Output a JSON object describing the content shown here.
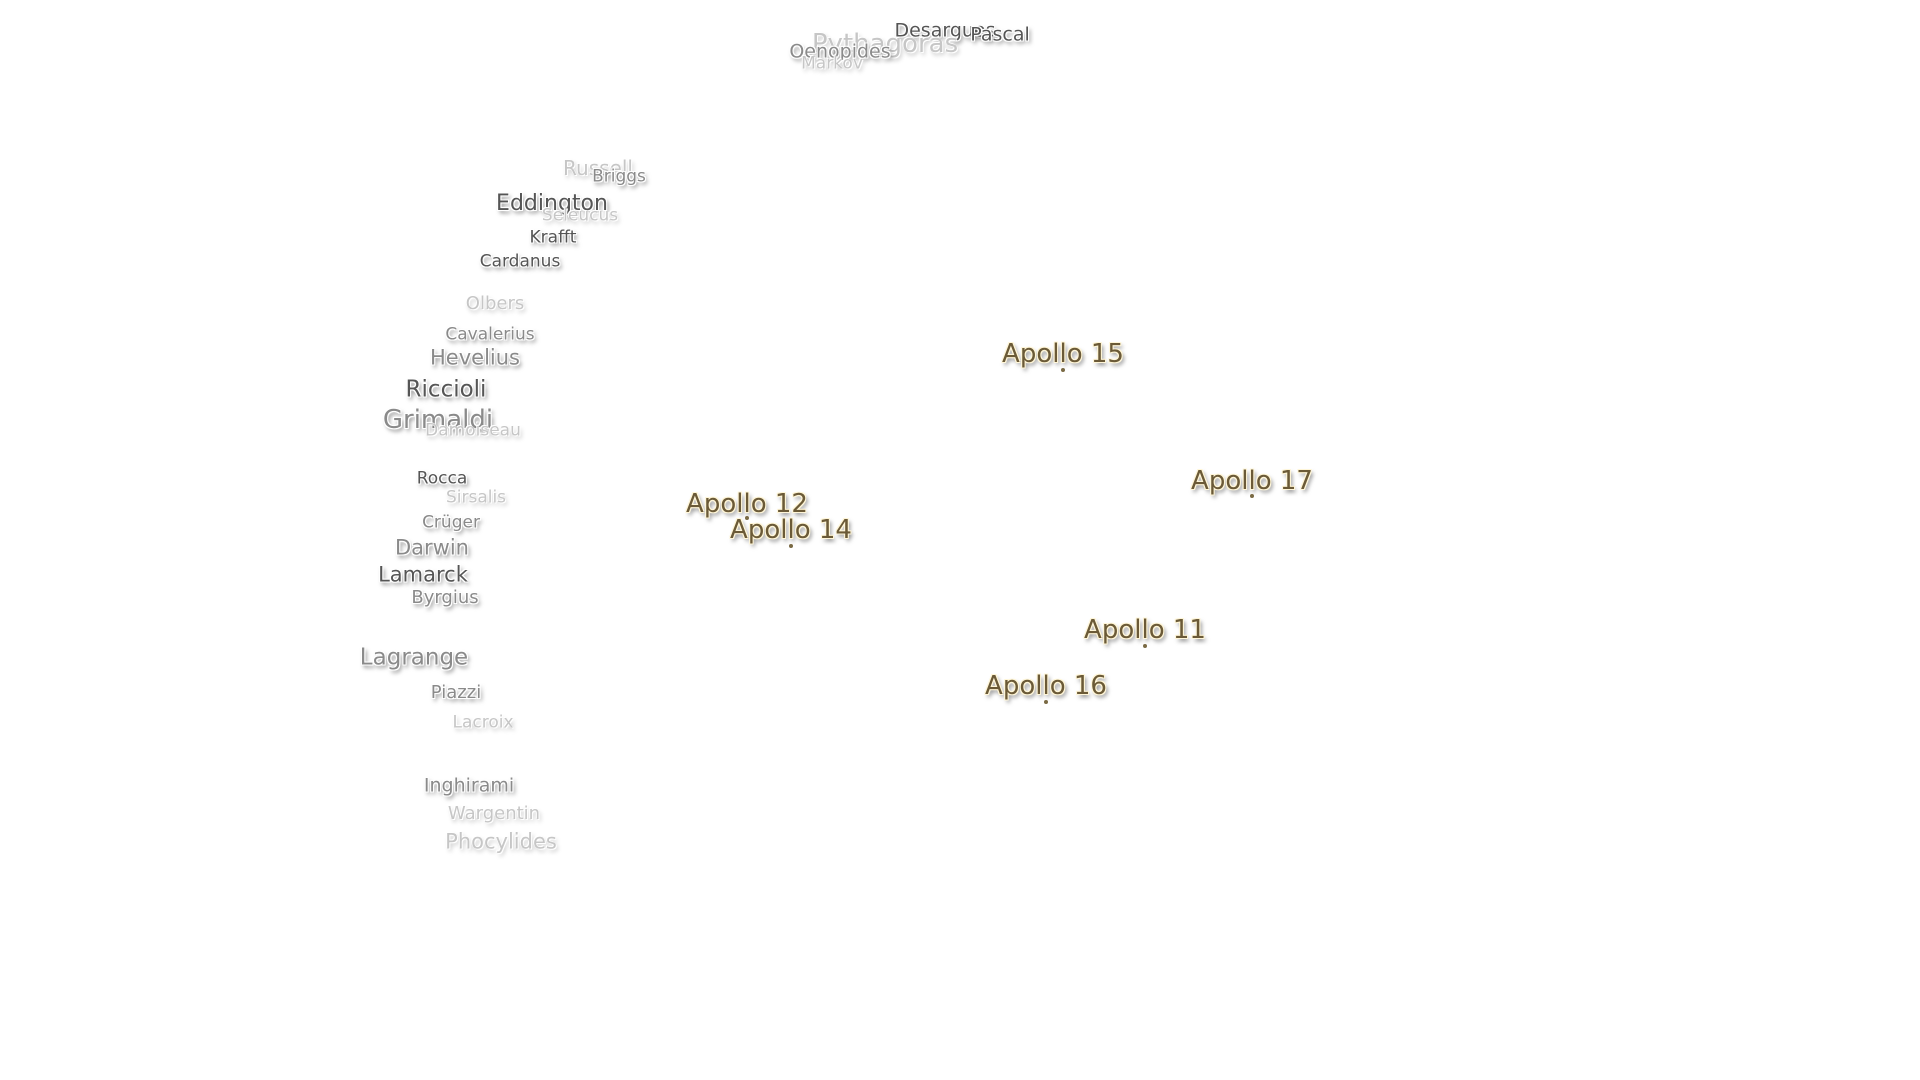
{
  "map": {
    "craters": [
      {
        "name": "Desargues",
        "tone": "dark"
      },
      {
        "name": "Pascal",
        "tone": "dark"
      },
      {
        "name": "Pythagoras",
        "tone": "faint"
      },
      {
        "name": "Oenopides",
        "tone": "mid"
      },
      {
        "name": "Markov",
        "tone": "faint"
      },
      {
        "name": "Russell",
        "tone": "faint"
      },
      {
        "name": "Briggs",
        "tone": "mid"
      },
      {
        "name": "Eddington",
        "tone": "dark"
      },
      {
        "name": "Seleucus",
        "tone": "faint"
      },
      {
        "name": "Krafft",
        "tone": "dark"
      },
      {
        "name": "Cardanus",
        "tone": "dark"
      },
      {
        "name": "Olbers",
        "tone": "faint"
      },
      {
        "name": "Cavalerius",
        "tone": "mid"
      },
      {
        "name": "Hevelius",
        "tone": "mid"
      },
      {
        "name": "Riccioli",
        "tone": "dark"
      },
      {
        "name": "Grimaldi",
        "tone": "mid"
      },
      {
        "name": "Damoiseau",
        "tone": "faint"
      },
      {
        "name": "Rocca",
        "tone": "dark"
      },
      {
        "name": "Sirsalis",
        "tone": "faint"
      },
      {
        "name": "Crüger",
        "tone": "mid"
      },
      {
        "name": "Darwin",
        "tone": "mid"
      },
      {
        "name": "Lamarck",
        "tone": "dark"
      },
      {
        "name": "Byrgius",
        "tone": "mid"
      },
      {
        "name": "Lagrange",
        "tone": "mid"
      },
      {
        "name": "Piazzi",
        "tone": "mid"
      },
      {
        "name": "Lacroix",
        "tone": "faint"
      },
      {
        "name": "Inghirami",
        "tone": "mid"
      },
      {
        "name": "Wargentin",
        "tone": "faint"
      },
      {
        "name": "Phocylides",
        "tone": "faint"
      }
    ],
    "landing_sites": [
      {
        "name": "Apollo 15"
      },
      {
        "name": "Apollo 17"
      },
      {
        "name": "Apollo 12"
      },
      {
        "name": "Apollo 14"
      },
      {
        "name": "Apollo 11"
      },
      {
        "name": "Apollo 16"
      }
    ]
  }
}
